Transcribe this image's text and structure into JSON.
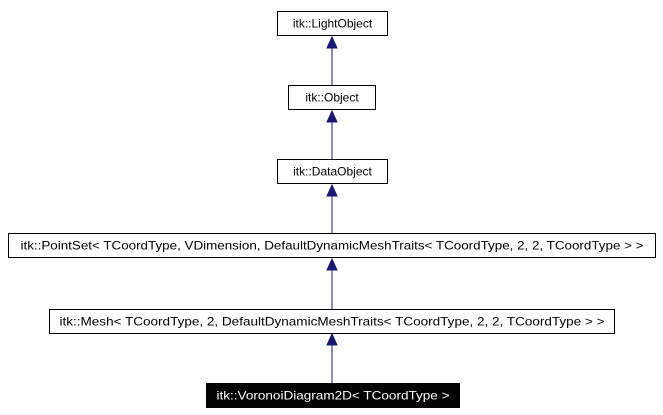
{
  "diagram": {
    "nodes": [
      {
        "id": "lightobject",
        "label": "itk::LightObject",
        "current": false
      },
      {
        "id": "object",
        "label": "itk::Object",
        "current": false
      },
      {
        "id": "dataobject",
        "label": "itk::DataObject",
        "current": false
      },
      {
        "id": "pointset",
        "label": "itk::PointSet< TCoordType, VDimension, DefaultDynamicMeshTraits< TCoordType, 2, 2, TCoordType > >",
        "current": false
      },
      {
        "id": "mesh",
        "label": "itk::Mesh< TCoordType, 2, DefaultDynamicMeshTraits< TCoordType, 2, 2, TCoordType > >",
        "current": false
      },
      {
        "id": "voronoi",
        "label": "itk::VoronoiDiagram2D< TCoordType >",
        "current": true
      }
    ],
    "edges": [
      {
        "from": "object",
        "to": "lightobject"
      },
      {
        "from": "dataobject",
        "to": "object"
      },
      {
        "from": "pointset",
        "to": "dataobject"
      },
      {
        "from": "mesh",
        "to": "pointset"
      },
      {
        "from": "voronoi",
        "to": "mesh"
      }
    ],
    "colors": {
      "edge": "#191970",
      "box_border": "#000000",
      "box_fill": "#ffffff",
      "current_fill": "#000000",
      "current_text": "#ffffff"
    }
  }
}
